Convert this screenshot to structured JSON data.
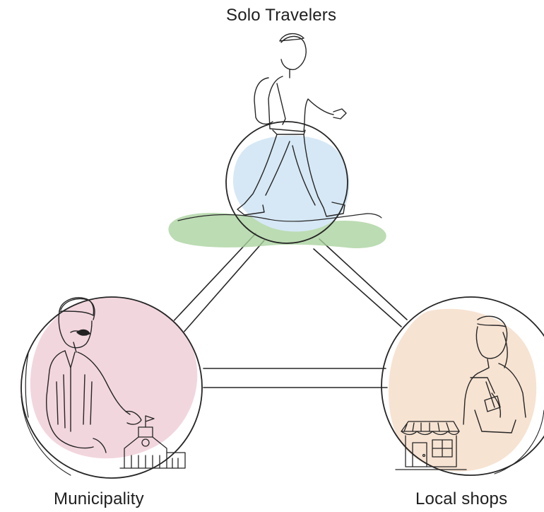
{
  "nodes": {
    "top": {
      "label": "Solo Travelers",
      "color": "#d6e8f5"
    },
    "left": {
      "label": "Municipality",
      "color": "#f2d6de"
    },
    "right": {
      "label": "Local shops",
      "color": "#f7e3d2"
    }
  },
  "ground_color": "#a9d29e",
  "line_color": "#262626"
}
